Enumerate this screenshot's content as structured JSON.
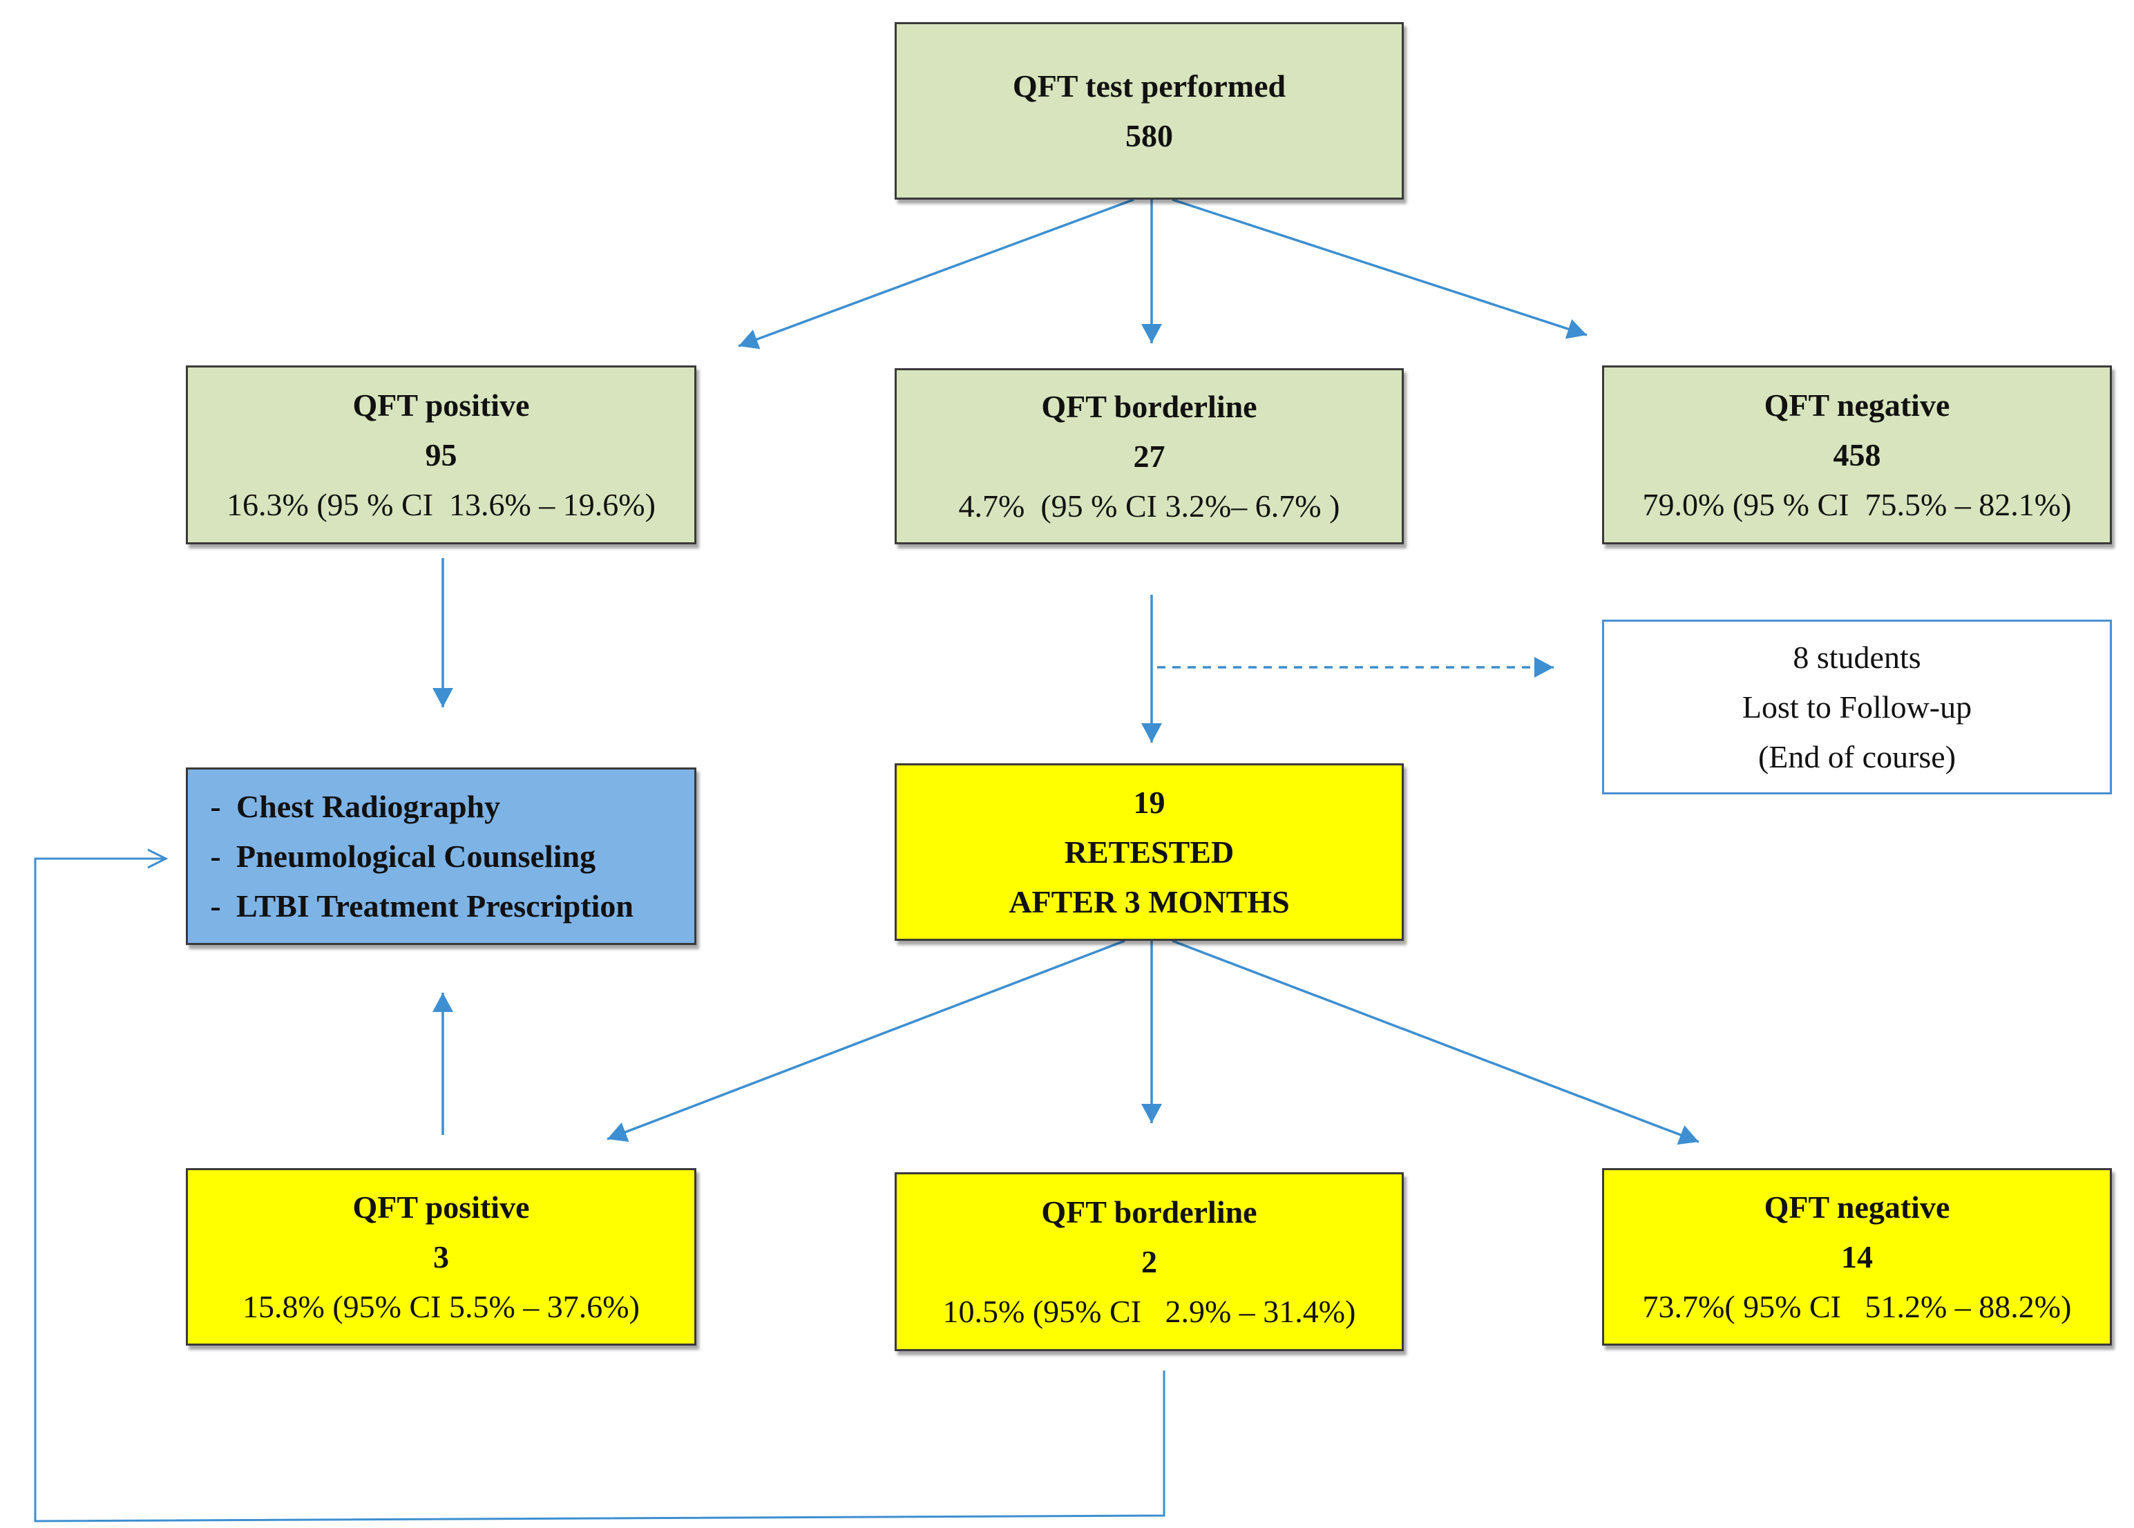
{
  "top": {
    "title": "QFT test performed",
    "count": "580"
  },
  "first_results": [
    {
      "title": "QFT positive",
      "count": "95",
      "stats": "16.3% (95 % CI  13.6% – 19.6%)"
    },
    {
      "title": "QFT borderline",
      "count": "27",
      "stats": "4.7%  (95 % CI 3.2%– 6.7% )"
    },
    {
      "title": "QFT negative",
      "count": "458",
      "stats": "79.0% (95 % CI  75.5% – 82.1%)"
    }
  ],
  "actions": {
    "bullet": "-",
    "items": [
      "Chest Radiography",
      "Pneumological Counseling",
      "LTBI Treatment Prescription"
    ]
  },
  "lost": {
    "lines": [
      "8 students",
      "Lost to Follow-up",
      "(End of course)"
    ]
  },
  "retested": {
    "count": "19",
    "line1": "RETESTED",
    "line2": "AFTER 3 MONTHS"
  },
  "second_results": [
    {
      "title": "QFT positive",
      "count": "3",
      "stats": "15.8% (95% CI 5.5% – 37.6%)"
    },
    {
      "title": "QFT borderline",
      "count": "2",
      "stats": "10.5% (95% CI   2.9% – 31.4%)"
    },
    {
      "title": "QFT negative",
      "count": "14",
      "stats": "73.7%( 95% CI   51.2% – 88.2%)"
    }
  ],
  "colors": {
    "green": "#d7e4bd",
    "yellow": "#ffff00",
    "blue": "#7eb3e6",
    "arrow": "#3d8fd1"
  }
}
